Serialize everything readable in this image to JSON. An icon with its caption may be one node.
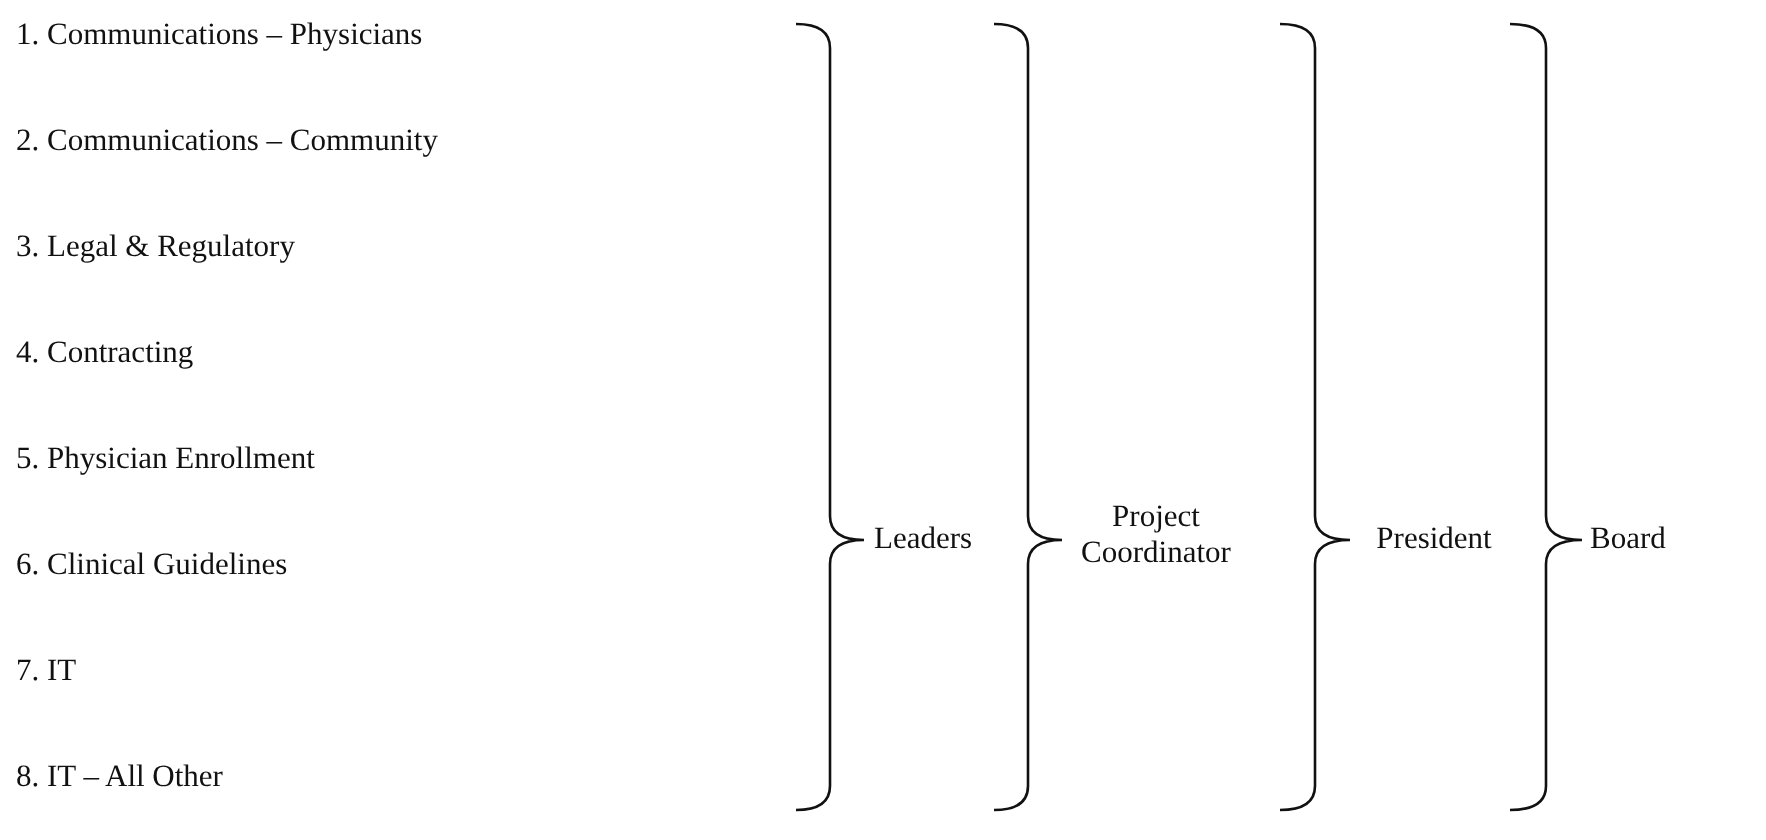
{
  "diagram": {
    "labels": [
      "1. Communications – Physicians",
      "2. Communications – Community",
      "3. Legal & Regulatory",
      "4. Contracting",
      "5. Physician Enrollment",
      "6. Clinical Guidelines",
      "7. IT",
      "8. IT – All Other",
      "Leaders",
      "Project Coordinator",
      "President",
      "Board"
    ]
  }
}
